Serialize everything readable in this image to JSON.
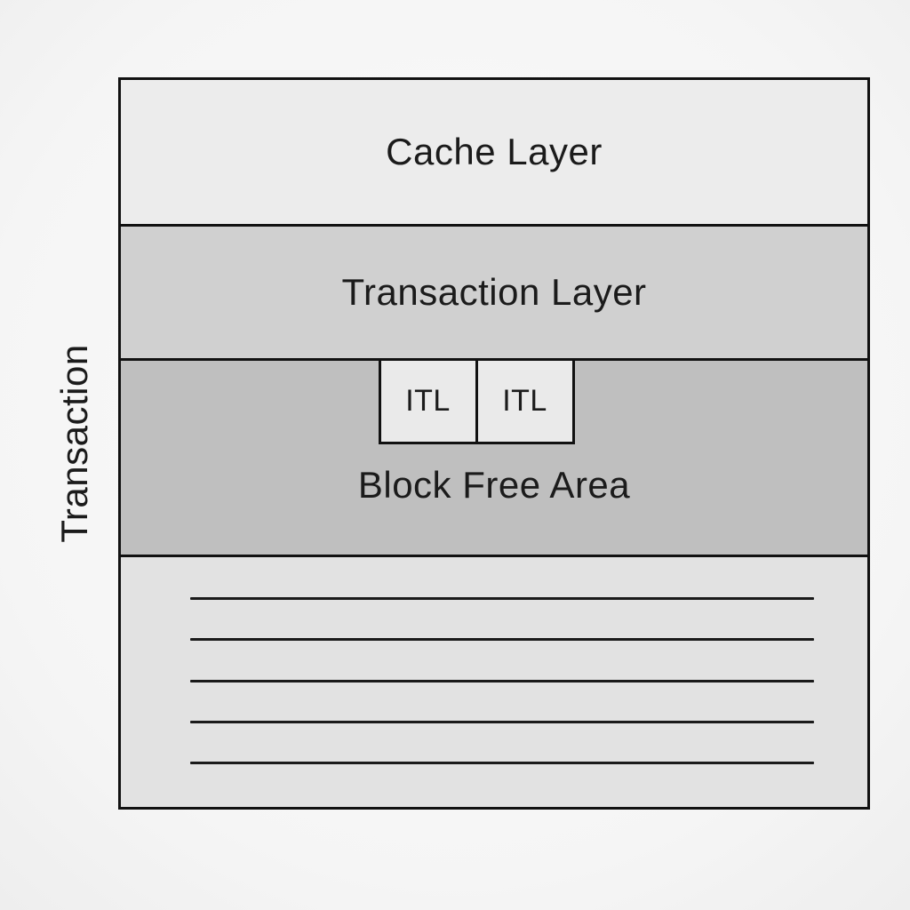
{
  "diagram": {
    "vertical_label": "Transaction",
    "layers": {
      "cache": {
        "label": "Cache Layer"
      },
      "transaction": {
        "label": "Transaction Layer"
      },
      "block_free": {
        "label": "Block Free Area",
        "itl_slots": [
          "ITL",
          "ITL"
        ]
      },
      "data_rows": {
        "line_count": 5
      }
    },
    "colors": {
      "cache_bg": "#ececec",
      "transaction_bg": "#d0d0d0",
      "block_free_bg": "#bfbfbf",
      "data_area_bg": "#e2e2e2",
      "itl_bg": "#eaeaea",
      "border": "#111111",
      "page_bg": "#f7f7f7",
      "text": "#1b1b1b"
    }
  }
}
